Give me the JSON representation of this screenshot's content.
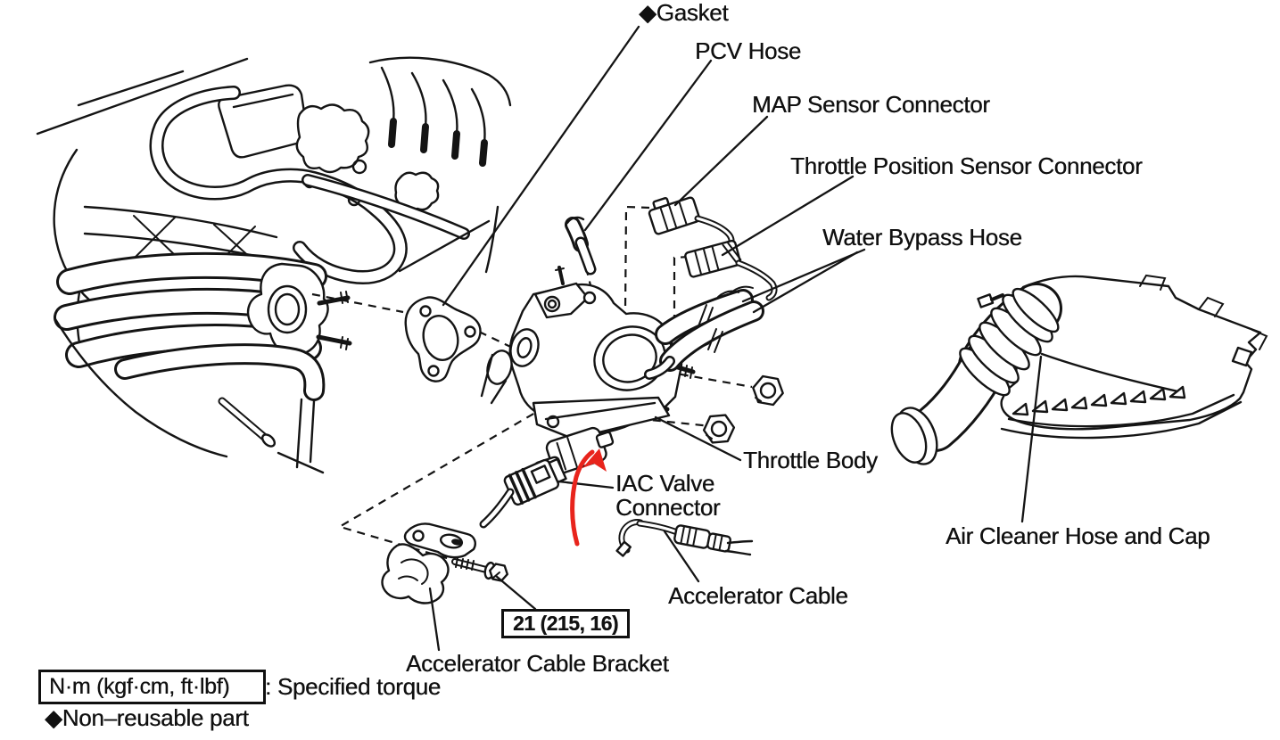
{
  "figure": {
    "type": "exploded-parts-diagram",
    "subject": "Throttle body and air cleaner hose assembly"
  },
  "colors": {
    "ink": "#141414",
    "background": "#ffffff",
    "arrow_red": "#e8241c"
  },
  "labels": {
    "gasket": "◆Gasket",
    "pcv_hose": "PCV Hose",
    "map_sensor_connector": "MAP Sensor Connector",
    "throttle_position_sensor_connector": "Throttle Position Sensor Connector",
    "water_bypass_hose": "Water Bypass Hose",
    "throttle_body": "Throttle Body",
    "iac_valve_connector_line1": "IAC Valve",
    "iac_valve_connector_line2": "Connector",
    "accelerator_cable": "Accelerator Cable",
    "air_cleaner_hose_and_cap": "Air Cleaner Hose and Cap",
    "accelerator_cable_bracket": "Accelerator Cable Bracket"
  },
  "torque_spec": {
    "value": "21 (215, 16)",
    "units_note": "N·m (kgf·cm, ft·lbf)"
  },
  "legend": {
    "units_box": "N·m (kgf·cm, ft·lbf)",
    "units_meaning": ": Specified torque",
    "non_reusable": "◆Non–reusable part"
  }
}
